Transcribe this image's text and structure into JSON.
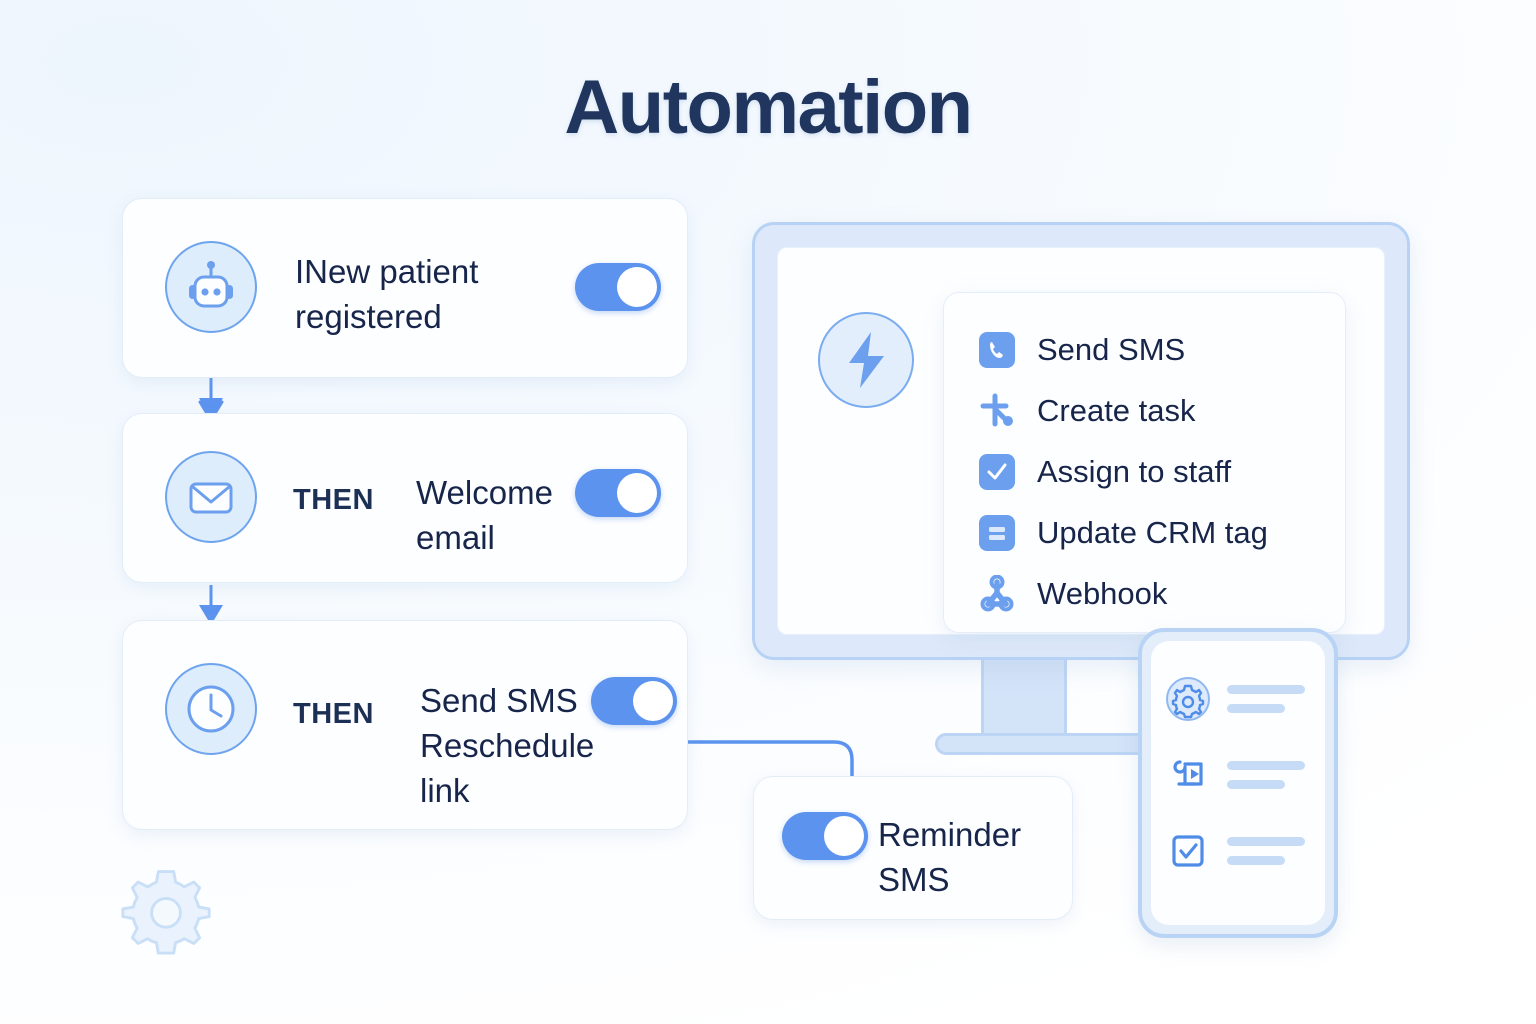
{
  "page": {
    "title": "Automation",
    "background_color": "#f6fafe",
    "accent_color": "#5b93ef",
    "text_color": "#17254a",
    "title_color": "#20365f"
  },
  "flow": {
    "cards": [
      {
        "id": "trigger",
        "icon": "robot-icon",
        "prefix": "",
        "text": "INew patient registered",
        "toggle_state": "on"
      },
      {
        "id": "email",
        "icon": "envelope-icon",
        "prefix": "THEN",
        "text": "Welcome email",
        "toggle_state": "on"
      },
      {
        "id": "sms",
        "icon": "clock-icon",
        "prefix": "THEN",
        "text": "Send SMS Reschedule link",
        "toggle_state": "on"
      }
    ],
    "reminder": {
      "id": "reminder",
      "text": "Reminder SMS",
      "toggle_state": "on"
    }
  },
  "monitor": {
    "badge_icon": "lightning-bolt-icon",
    "actions": [
      {
        "icon": "phone-icon",
        "label": "Send SMS"
      },
      {
        "icon": "branch-node-icon",
        "label": "Create task"
      },
      {
        "icon": "checkbox-icon",
        "label": "Assign to staff"
      },
      {
        "icon": "list-card-icon",
        "label": "Update CRM tag"
      },
      {
        "icon": "webhook-icon",
        "label": "Webhook"
      }
    ]
  },
  "phone": {
    "rows": [
      {
        "icon": "gear-circle-icon"
      },
      {
        "icon": "workflow-rotate-icon"
      },
      {
        "icon": "checkbox-outline-icon"
      }
    ]
  },
  "decorations": {
    "gear": "gear-icon"
  }
}
